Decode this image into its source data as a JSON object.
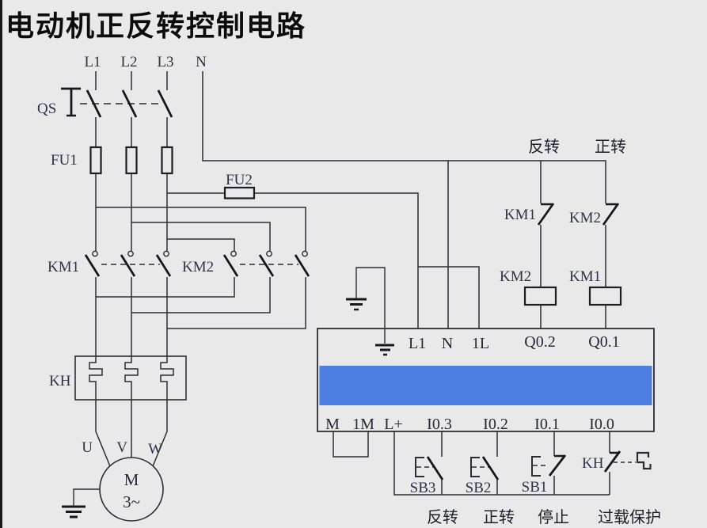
{
  "title": "电动机正反转控制电路",
  "colors": {
    "background": "#e9e9e9",
    "line": "#2c2c36",
    "plc_band": "#4d7fe0"
  },
  "power_circuit": {
    "phases": [
      "L1",
      "L2",
      "L3",
      "N"
    ],
    "disconnect_switch": "QS",
    "main_fuse": "FU1",
    "control_fuse": "FU2",
    "contactor_main_1": "KM1",
    "contactor_main_2": "KM2",
    "thermal_relay": "KH",
    "motor": {
      "label": "M",
      "type": "3~",
      "terminals": [
        "U",
        "V",
        "W"
      ]
    }
  },
  "control_circuit": {
    "reverse_caption": "反转",
    "forward_caption": "正转",
    "interlock_contact_reverse": "KM1",
    "interlock_contact_forward": "KM2",
    "coil_reverse": "KM2",
    "coil_forward": "KM1"
  },
  "plc": {
    "top_terminals": [
      "L1",
      "N",
      "1L",
      "Q0.2",
      "Q0.1"
    ],
    "bottom_terminals": [
      "M",
      "1M",
      "L+",
      "I0.3",
      "I0.2",
      "I0.1",
      "I0.0"
    ]
  },
  "inputs": {
    "reverse_button": "SB3",
    "forward_button": "SB2",
    "stop_button": "SB1",
    "overload_contact": "KH",
    "caption_reverse": "反转",
    "caption_forward": "正转",
    "caption_stop": "停止",
    "caption_overload": "过载保护"
  }
}
